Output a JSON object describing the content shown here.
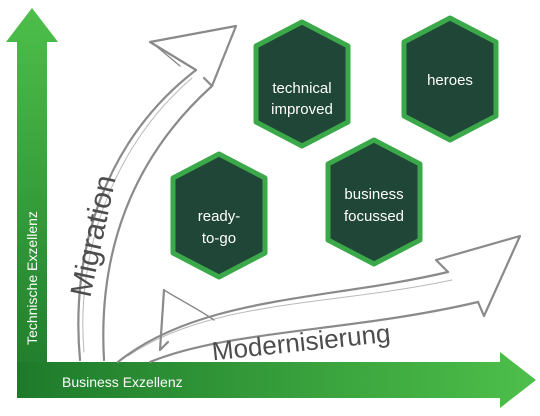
{
  "axes": {
    "x_label": "Business Exzellenz",
    "y_label": "Technische Exzellenz"
  },
  "arrows": {
    "vertical_label": "Migration",
    "horizontal_label": "Modernisierung"
  },
  "nodes": {
    "technical_improved": {
      "line1": "technical",
      "line2": "improved"
    },
    "heroes": {
      "line1": "heroes"
    },
    "ready_to_go": {
      "line1": "ready-",
      "line2": "to-go"
    },
    "business_focussed": {
      "line1": "business",
      "line2": "focussed"
    }
  },
  "colors": {
    "axis_green_light": "#3cb346",
    "axis_green_dark": "#1e7a2b",
    "hex_fill": "#1f4636",
    "hex_border": "#3ba84a",
    "arrow_stroke": "#8a8a8a",
    "text_gray": "#4d4d4d"
  }
}
